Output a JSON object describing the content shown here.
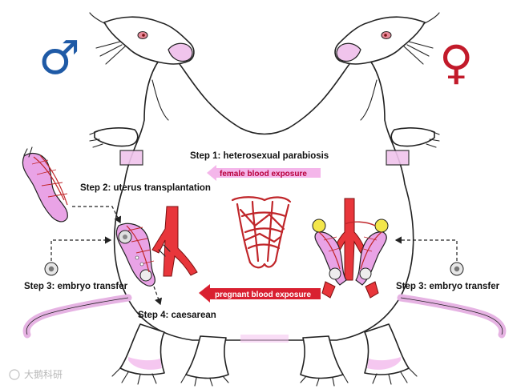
{
  "symbols": {
    "male": "♂",
    "female": "♀",
    "male_color": "#1f5aa6",
    "female_color": "#c21a2a"
  },
  "labels": {
    "step1": "Step 1: heterosexual parabiosis",
    "female_blood": "female blood exposure",
    "step2": "Step 2: uterus transplantation",
    "step3_left": "Step 3: embryo transfer",
    "step3_right": "Step 3: embryo transfer",
    "pregnant_blood": "pregnant blood exposure",
    "step4": "Step 4: caesarean"
  },
  "watermark": "大鹅科研",
  "colors": {
    "arrow_light": "#f4b6ea",
    "arrow_dark": "#d92030",
    "vessel": "#e8363b",
    "skin_pink": "#f0c4ec"
  }
}
